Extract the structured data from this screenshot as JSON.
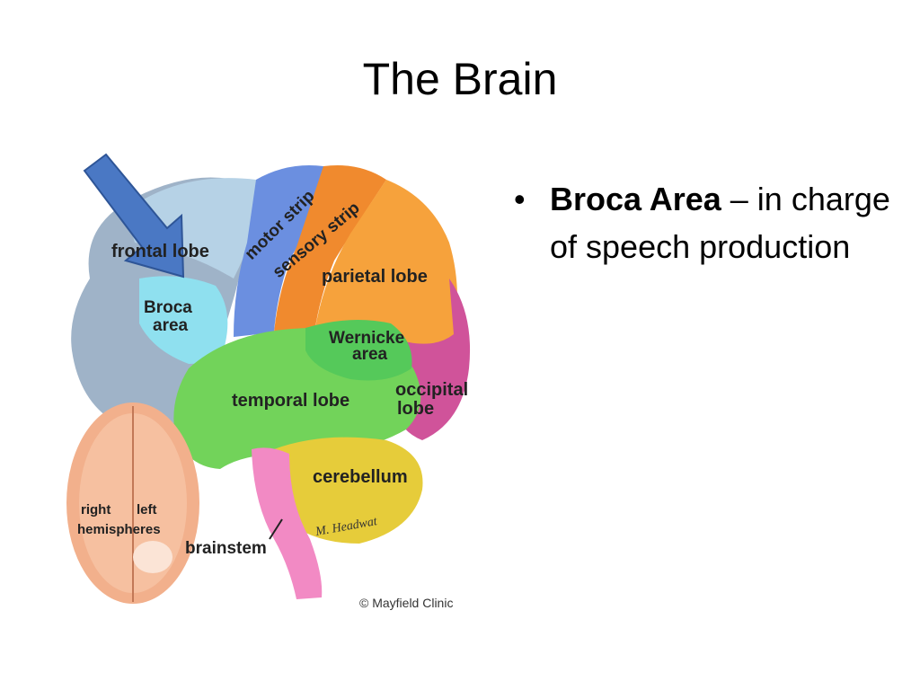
{
  "slide": {
    "title": "The Brain",
    "bullets": [
      {
        "term": "Broca Area",
        "separator": " – ",
        "text": "in charge of speech production"
      }
    ]
  },
  "diagram": {
    "labels": {
      "frontal_lobe": "frontal lobe",
      "motor_strip": "motor strip",
      "sensory_strip": "sensory strip",
      "parietal_lobe": "parietal lobe",
      "broca_line1": "Broca",
      "broca_line2": "area",
      "wernicke_line1": "Wernicke",
      "wernicke_line2": "area",
      "temporal_lobe": "temporal lobe",
      "occipital_line1": "occipital",
      "occipital_line2": "lobe",
      "cerebellum": "cerebellum",
      "brainstem": "brainstem",
      "right_label": "right",
      "left_label": "left",
      "hemispheres_label": "hemispheres",
      "signature": "M. Headwat",
      "copyright": "© Mayfield Clinic"
    },
    "colors": {
      "frontal": "#9fb3c8",
      "frontal_top": "#b6d2e6",
      "motor": "#6b8fe0",
      "sensory": "#f08a2e",
      "parietal": "#f6a23c",
      "broca": "#8fe0ef",
      "wernicke": "#55c95a",
      "temporal": "#72d35a",
      "occipital": "#d0539a",
      "cerebellum": "#e6cc3a",
      "brainstem": "#f28ac4",
      "hemispheres": "#f2b08c",
      "arrow": "#4a78c4"
    }
  }
}
